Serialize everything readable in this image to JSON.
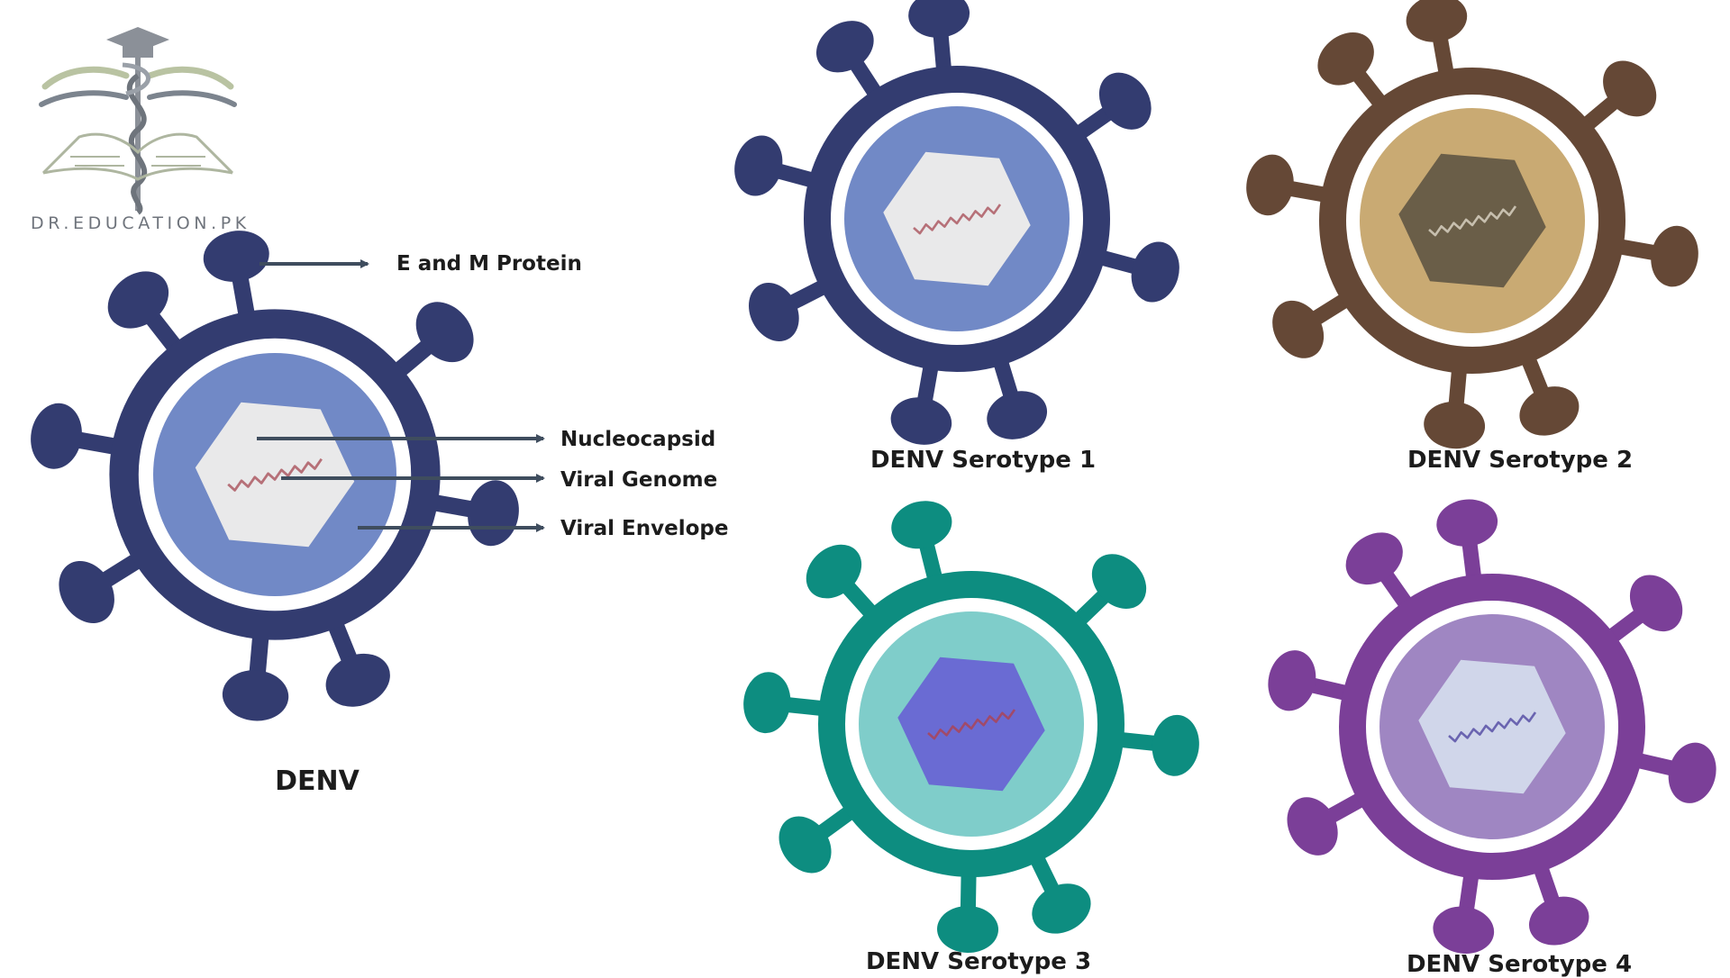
{
  "logo": {
    "text": "DR.EDUCATION.PK"
  },
  "main_virus": {
    "caption": "DENV",
    "labels": {
      "e_m_protein": "E and M Protein",
      "nucleocapsid": "Nucleocapsid",
      "viral_genome": "Viral Genome",
      "viral_envelope": "Viral Envelope"
    },
    "colors": {
      "outer": "#333c70",
      "inner": "#7189c6",
      "hexagon": "#e9e9ea",
      "genome": "#b67078"
    }
  },
  "serotypes": [
    {
      "label": "DENV Serotype 1",
      "colors": {
        "outer": "#333c70",
        "inner": "#7189c6",
        "hexagon": "#e9e9ea",
        "genome": "#b67078"
      }
    },
    {
      "label": "DENV Serotype 2",
      "colors": {
        "outer": "#654836",
        "inner": "#c9aa73",
        "hexagon": "#6a5e48",
        "genome": "#c7bfae"
      }
    },
    {
      "label": "DENV Serotype 3",
      "colors": {
        "outer": "#0d8d80",
        "inner": "#7fcdca",
        "hexagon": "#6a6bd3",
        "genome": "#a04a6a"
      }
    },
    {
      "label": "DENV Serotype 4",
      "colors": {
        "outer": "#7b3f98",
        "inner": "#9f86c2",
        "hexagon": "#d0d6ea",
        "genome": "#6a64b0"
      }
    }
  ],
  "arrow_color": "#3f4d5e"
}
